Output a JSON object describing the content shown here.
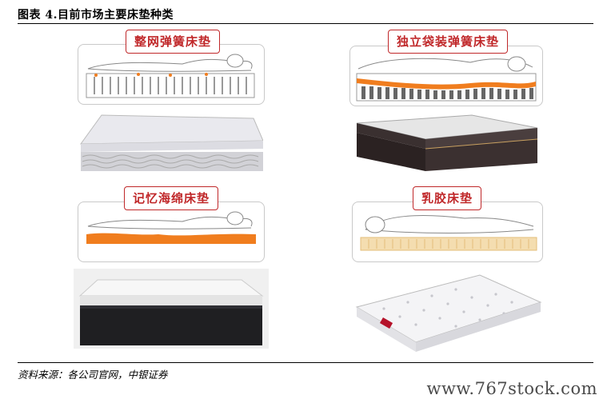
{
  "figure": {
    "title": "图表 4.目前市场主要床垫种类",
    "source": "资料来源：各公司官网，中银证券",
    "watermark": "www.767stock.com"
  },
  "mattresses": [
    {
      "label": "整网弹簧床垫"
    },
    {
      "label": "独立袋装弹簧床垫"
    },
    {
      "label": "记忆海绵床垫"
    },
    {
      "label": "乳胶床垫"
    }
  ],
  "colors": {
    "label_red": "#c0282a",
    "foam_orange": "#f07d1e",
    "latex_cream": "#f4ddb0"
  }
}
